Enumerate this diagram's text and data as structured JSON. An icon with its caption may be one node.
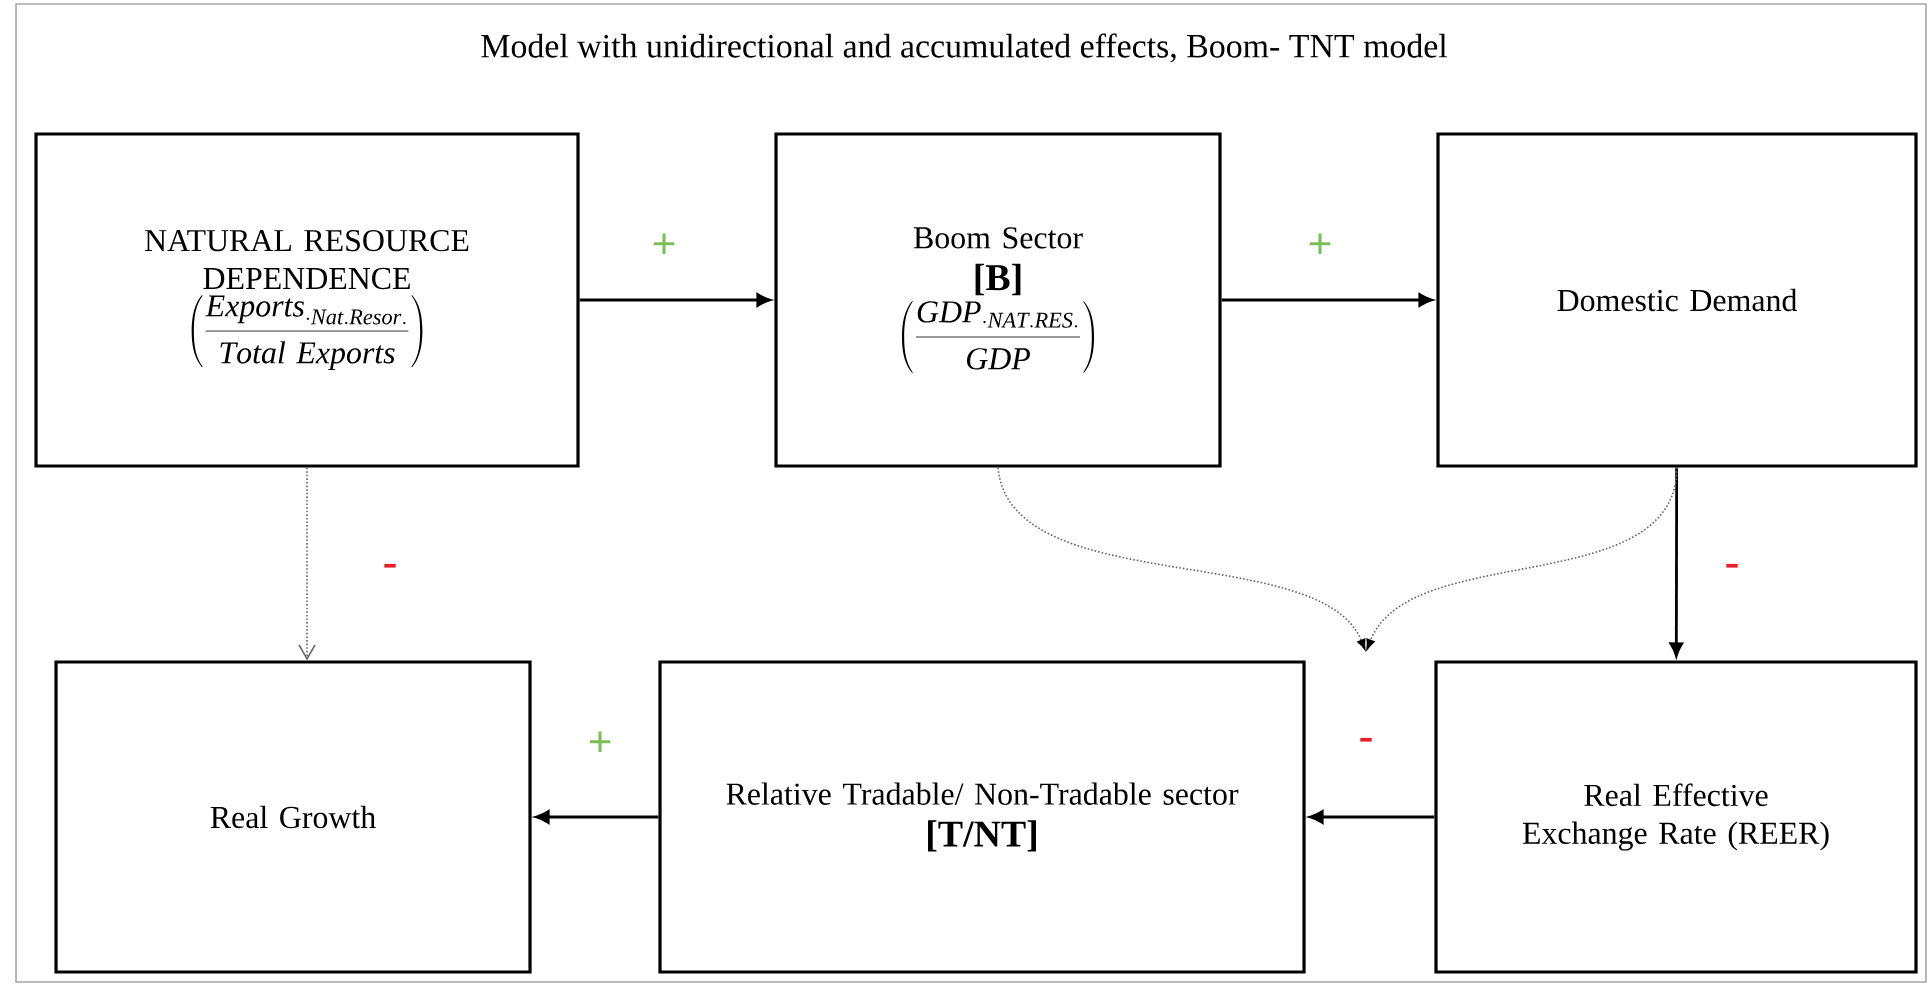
{
  "diagram": {
    "title": "Model with unidirectional and accumulated effects, Boom- TNT model",
    "nodes": [
      {
        "text": [
          "NATURAL RESOURCE DEPENDENCE",
          "\\left(\\frac{\\mathbf{\\mathit{Exports}}_{\\cdot \\mathit{Nat.Resor.}}}{\\mathit{Total\\ Exports}}\\right)"
        ]
      },
      {
        "text": [
          "Boom Sector",
          "[B]",
          "\\left(\\frac{\\mathit{GDP}_{\\cdot \\mathit{NAT.RES.}}}{\\mathit{GDP}}\\right)"
        ]
      },
      {
        "text": [
          "Domestic Demand"
        ]
      },
      {
        "text": [
          "Real Growth"
        ]
      },
      {
        "text": [
          "Relative Tradable/ Non-Tradable sector",
          "[T/NT]"
        ]
      },
      {
        "text": [
          "Real Effective Exchange Rate (REER)"
        ]
      }
    ],
    "edges": [
      {
        "from": 0,
        "to": 1,
        "arrow": "to",
        "label": "+"
      },
      {
        "from": 1,
        "to": 2,
        "arrow": "to",
        "label": "+"
      },
      {
        "from": 0,
        "to": 3,
        "arrow": "to",
        "label": "-",
        "style": "dashed",
        "color": "#666666"
      },
      {
        "from": 2,
        "to": 5,
        "arrow": "to",
        "label": "-"
      },
      {
        "from": 5,
        "to": 4,
        "arrow": "to",
        "label": "-"
      },
      {
        "from": 4,
        "to": 3,
        "arrow": "to",
        "label": "+"
      },
      {
        "from": 1,
        "to": null,
        "arrow": "to",
        "style": "dashed",
        "color": "#666666"
      },
      {
        "from": 2,
        "to": null,
        "arrow": "to",
        "style": "dashed",
        "color": "#666666"
      }
    ]
  }
}
